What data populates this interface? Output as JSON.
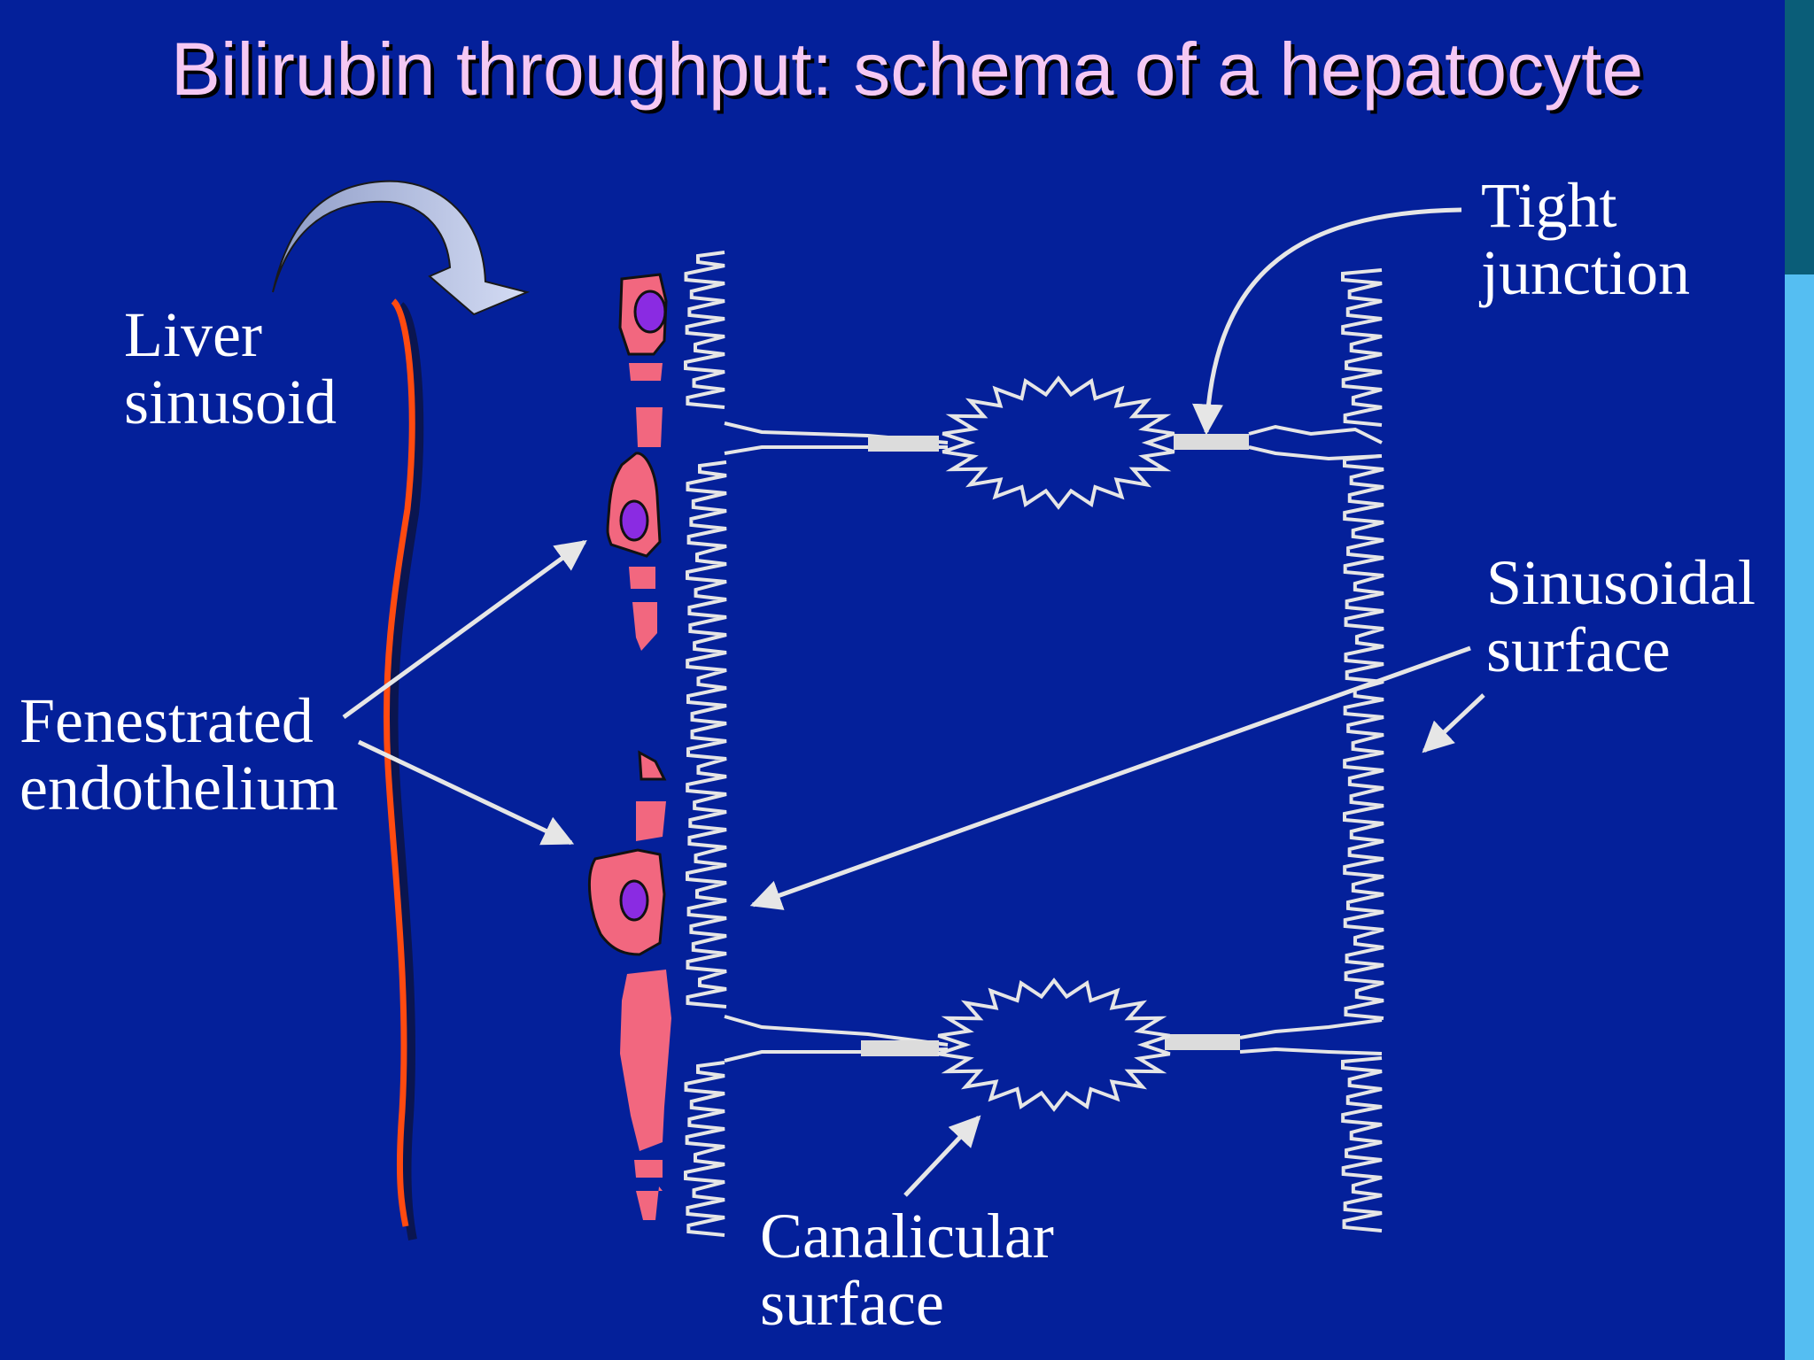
{
  "slide": {
    "title": "Bilirubin throughput: schema of a hepatocyte"
  },
  "labels": {
    "liver_sinusoid": [
      "Liver",
      "sinusoid"
    ],
    "fenestrated_endothelium": [
      "Fenestrated",
      "endothelium"
    ],
    "tight_junction": [
      "Tight",
      "junction"
    ],
    "sinusoidal_surface": [
      "Sinusoidal",
      "surface"
    ],
    "canalicular_surface": [
      "Canalicular",
      "surface"
    ]
  },
  "colors": {
    "background": "#04209a",
    "title": "#f5c8f3",
    "membrane_line": "#e6e6e6",
    "sinusoid_wall": "#ff4a10",
    "endothelial_cell": "#f2677f",
    "nucleus": "#8a2be2",
    "curved_arrow": "#b8c4e8"
  }
}
